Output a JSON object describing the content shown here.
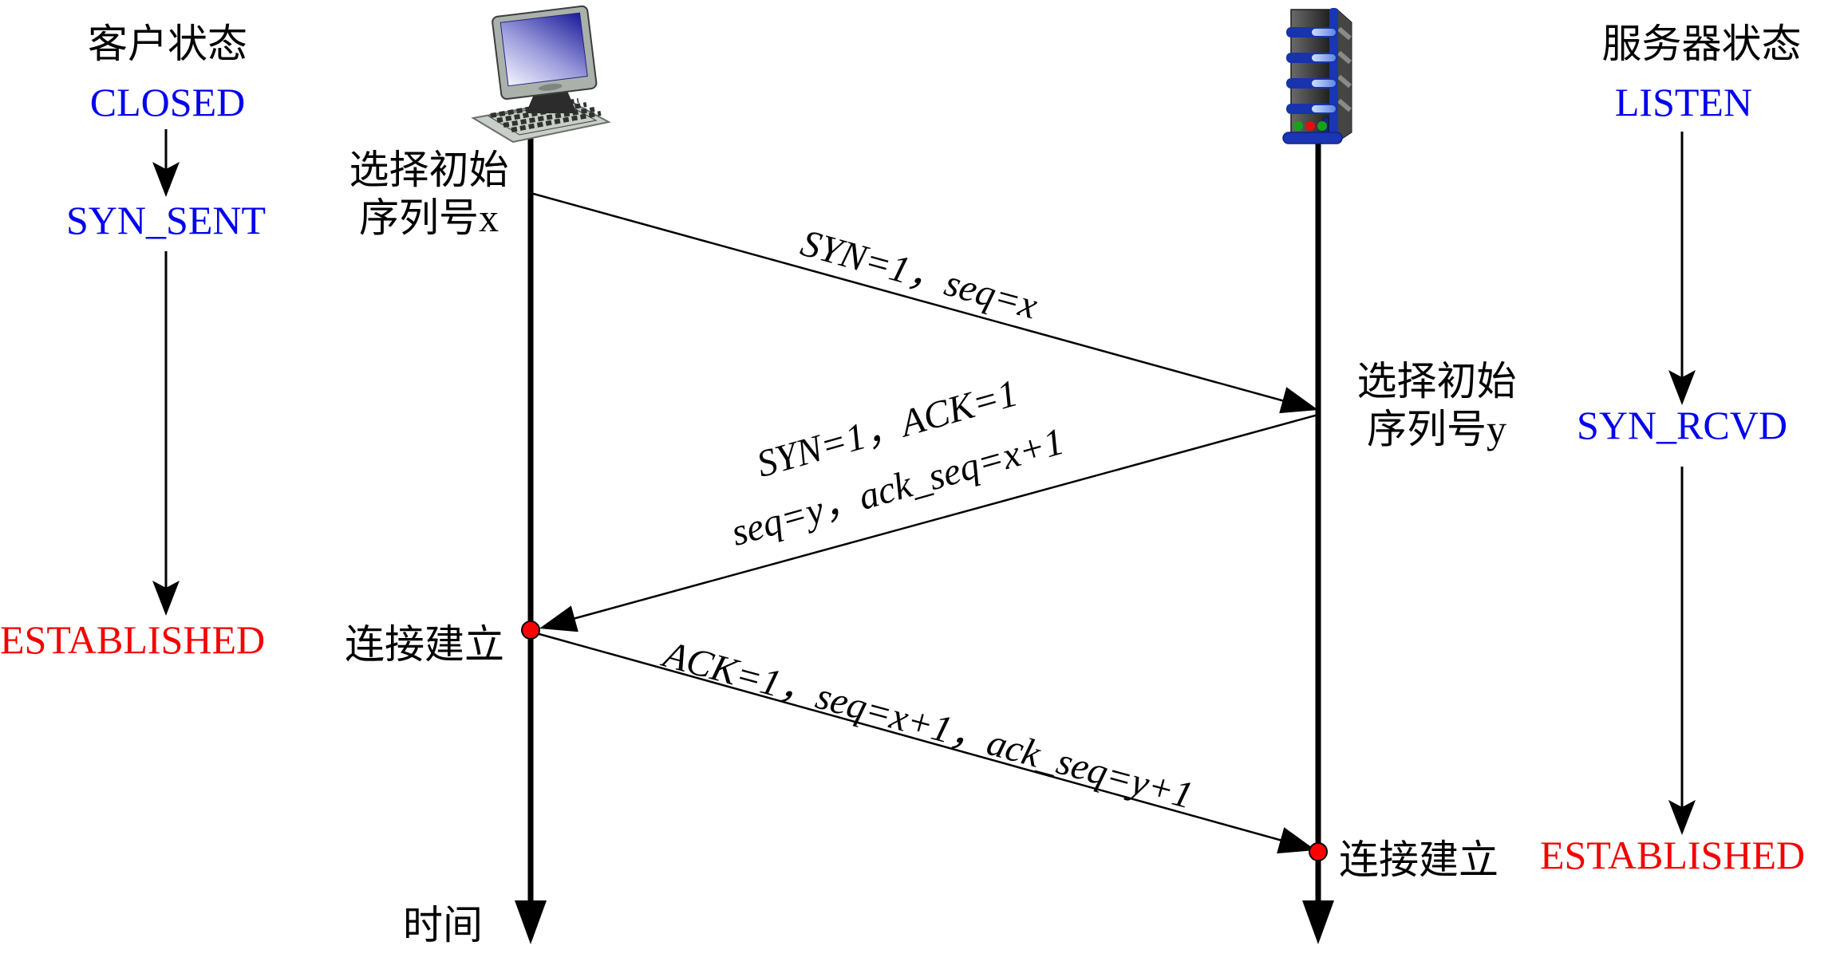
{
  "client": {
    "heading": "客户状态",
    "state_closed": "CLOSED",
    "state_syn_sent": "SYN_SENT",
    "state_established": "ESTABLISHED",
    "choose_isn_line1": "选择初始",
    "choose_isn_line2": "序列号x",
    "connection_established": "连接建立"
  },
  "server": {
    "heading": "服务器状态",
    "state_listen": "LISTEN",
    "state_syn_rcvd": "SYN_RCVD",
    "state_established": "ESTABLISHED",
    "choose_isn_line1": "选择初始",
    "choose_isn_line2": "序列号y",
    "connection_established": "连接建立"
  },
  "messages": {
    "syn": "SYN=1，seq=x",
    "synack_line1": "SYN=1，ACK=1",
    "synack_line2": "seq=y，ack_seq=x+1",
    "ack": "ACK=1，seq=x+1，ack_seq=y+1"
  },
  "time_label": "时间",
  "icons": {
    "client": "desktop-computer-icon",
    "server": "server-tower-icon"
  },
  "colors": {
    "state_blue": "#0000EE",
    "established_red": "#F50000",
    "line_black": "#000000",
    "dot_red": "#FF0000"
  }
}
